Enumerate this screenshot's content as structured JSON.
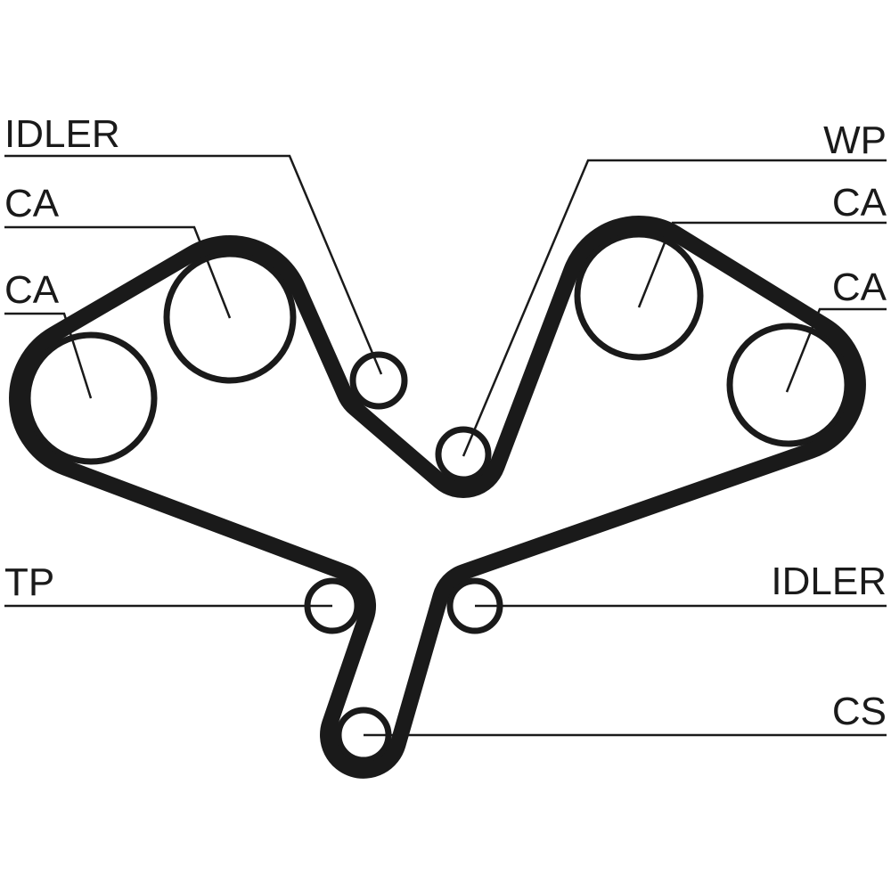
{
  "diagram": {
    "type": "timing-belt-routing",
    "colors": {
      "belt": "#1a1a1a",
      "line": "#1a1a1a",
      "background": "#ffffff"
    },
    "labels": {
      "idler_top": "IDLER",
      "ca_left_top": "CA",
      "ca_left_bottom": "CA",
      "tp": "TP",
      "wp": "WP",
      "ca_right_top": "CA",
      "ca_right_bottom": "CA",
      "idler_bottom": "IDLER",
      "cs": "CS"
    }
  }
}
